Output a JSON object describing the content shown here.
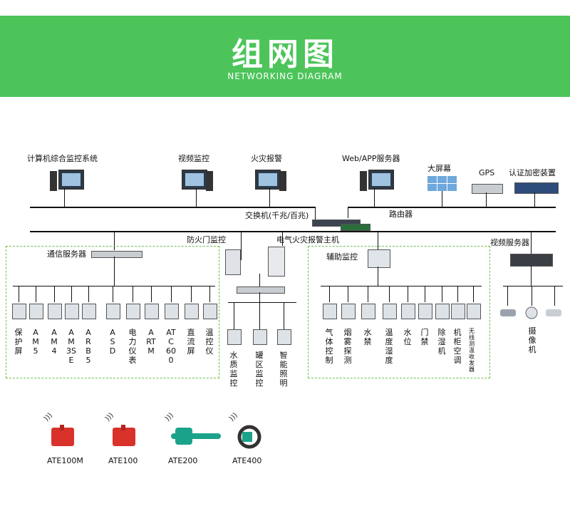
{
  "header": {
    "title": "组网图",
    "subtitle": "NETWORKING DIAGRAM"
  },
  "top_devices": {
    "monitoring_system": "计算机综合监控系统",
    "video_monitor": "视频监控",
    "fire_alarm": "火灾报警",
    "web_app_server": "Web/APP服务器",
    "big_screen": "大屏幕",
    "gps": "GPS",
    "encryption": "认证加密装置"
  },
  "switch_label": "交换机(千兆/百兆)",
  "router_label": "路由器",
  "mid_labels": {
    "comm_server": "通信服务器",
    "fire_door": "防火门监控",
    "electrical_fire": "电气火灾报警主机",
    "aux_monitor": "辅助监控",
    "video_server": "视频服务器"
  },
  "left_devices": [
    "保护屏",
    "AM5",
    "AM4",
    "AM3SE",
    "ARB5",
    "ASD",
    "电力仪表",
    "ARTM",
    "ATC600",
    "直流屏",
    "温控仪"
  ],
  "center_devices": [
    "水质监控",
    "罐区监控",
    "智能照明"
  ],
  "aux_devices": [
    "气体控制",
    "烟雾探测",
    "水禁",
    "温度湿度",
    "水位",
    "门禁",
    "除湿机",
    "机柜空调",
    "无线测温收发器"
  ],
  "camera_label": "摄像机",
  "sensors": [
    "ATE100M",
    "ATE100",
    "ATE200",
    "ATE400"
  ],
  "colors": {
    "banner": "#4cc45a",
    "dash": "#6cc24a",
    "sensor_red": "#d9322b",
    "sensor_teal": "#1aa38a"
  }
}
